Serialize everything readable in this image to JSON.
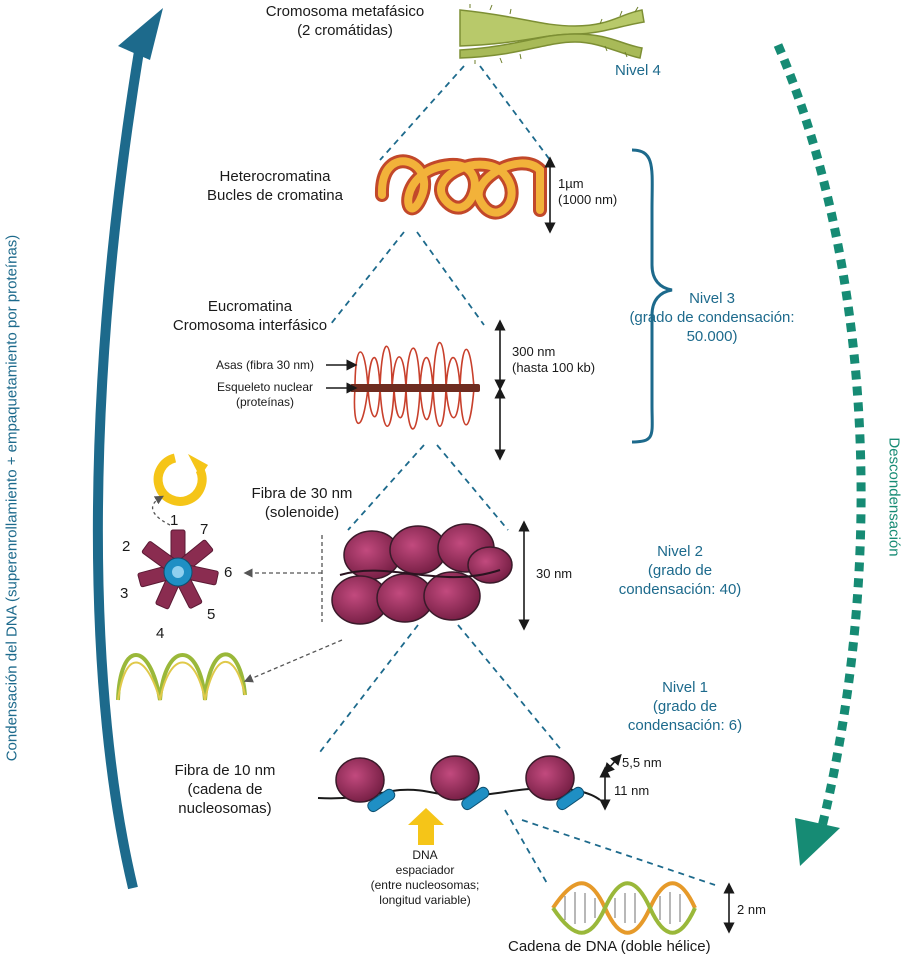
{
  "title": {
    "line1": "Cromosoma metafásico",
    "line2": "(2 cromátidas)"
  },
  "levels": {
    "n4": {
      "title": "Nivel 4"
    },
    "n3": {
      "title": "Nivel 3",
      "line2": "(grado de condensación:",
      "line3": "50.000)"
    },
    "n2": {
      "title": "Nivel 2",
      "line2": "(grado de",
      "line3": "condensación: 40)"
    },
    "n1": {
      "title": "Nivel 1",
      "line2": "(grado de",
      "line3": "condensación: 6)"
    }
  },
  "labels": {
    "hetero": {
      "line1": "Heterocromatina",
      "line2": "Bucles de cromatina"
    },
    "euchro": {
      "line1": "Eucromatina",
      "line2": "Cromosoma interfásico"
    },
    "asas": "Asas (fibra 30 nm)",
    "esqueleto": {
      "line1": "Esqueleto nuclear",
      "line2": "(proteínas)"
    },
    "fibra30": {
      "line1": "Fibra de 30 nm",
      "line2": "(solenoide)"
    },
    "fibra10": {
      "line1": "Fibra de 10 nm",
      "line2": "(cadena de",
      "line3": "nucleosomas)"
    },
    "spacer": {
      "line1": "DNA",
      "line2": "espaciador",
      "line3": "(entre nucleosomas;",
      "line4": "longitud variable)"
    },
    "dna_chain": "Cadena de DNA (doble hélice)"
  },
  "measures": {
    "m1um": {
      "line1": "1µm",
      "line2": "(1000 nm)"
    },
    "m300": {
      "line1": "300 nm",
      "line2": "(hasta 100 kb)"
    },
    "m30": "30 nm",
    "m55": "5,5 nm",
    "m11": "11 nm",
    "m2": "2 nm"
  },
  "solenoid_numbers": [
    "1",
    "2",
    "3",
    "4",
    "5",
    "6",
    "7"
  ],
  "side_labels": {
    "left": "Condensación del DNA (superenrollamiento + empaquetamiento por proteínas)",
    "right": "Descondensación"
  },
  "colors": {
    "blue_accent": "#1d6a8c",
    "teal_accent": "#168b74",
    "nucleosome": "#9a2a5a",
    "chromosome": "#b8c96a",
    "loops": "#e69a2a",
    "arrow_yellow": "#f5c518"
  }
}
